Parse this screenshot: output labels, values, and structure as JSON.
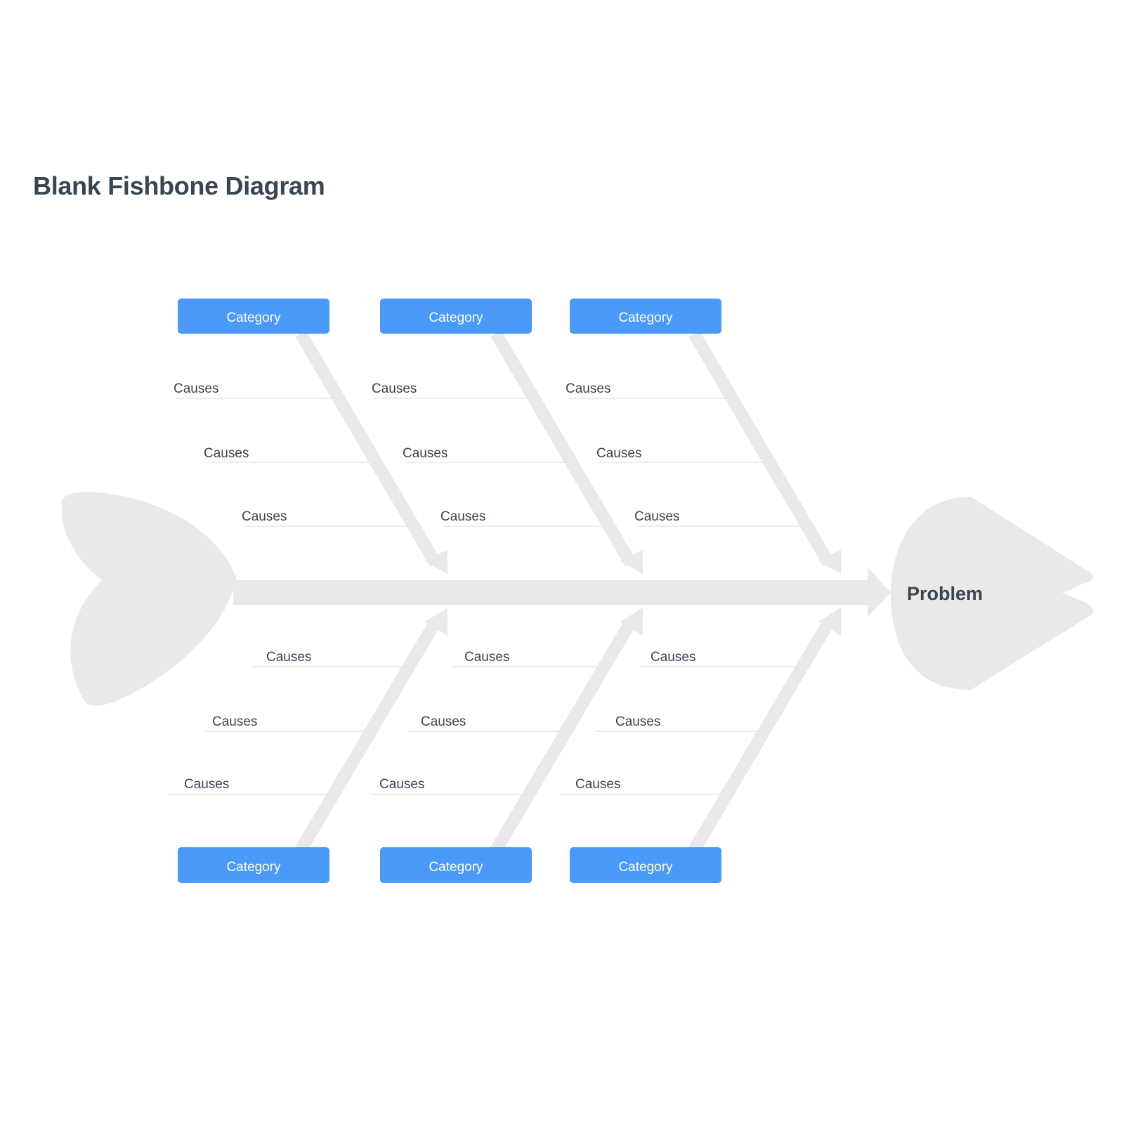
{
  "title": "Blank Fishbone Diagram",
  "problem": "Problem",
  "colors": {
    "category_fill": "#4a9af9",
    "bone": "#e9e9e9",
    "text": "#3a4552",
    "cause_line": "#e6e6e6"
  },
  "top_categories": [
    {
      "label": "Category",
      "causes": [
        "Causes",
        "Causes",
        "Causes"
      ]
    },
    {
      "label": "Category",
      "causes": [
        "Causes",
        "Causes",
        "Causes"
      ]
    },
    {
      "label": "Category",
      "causes": [
        "Causes",
        "Causes",
        "Causes"
      ]
    }
  ],
  "bottom_categories": [
    {
      "label": "Category",
      "causes": [
        "Causes",
        "Causes",
        "Causes"
      ]
    },
    {
      "label": "Category",
      "causes": [
        "Causes",
        "Causes",
        "Causes"
      ]
    },
    {
      "label": "Category",
      "causes": [
        "Causes",
        "Causes",
        "Causes"
      ]
    }
  ]
}
